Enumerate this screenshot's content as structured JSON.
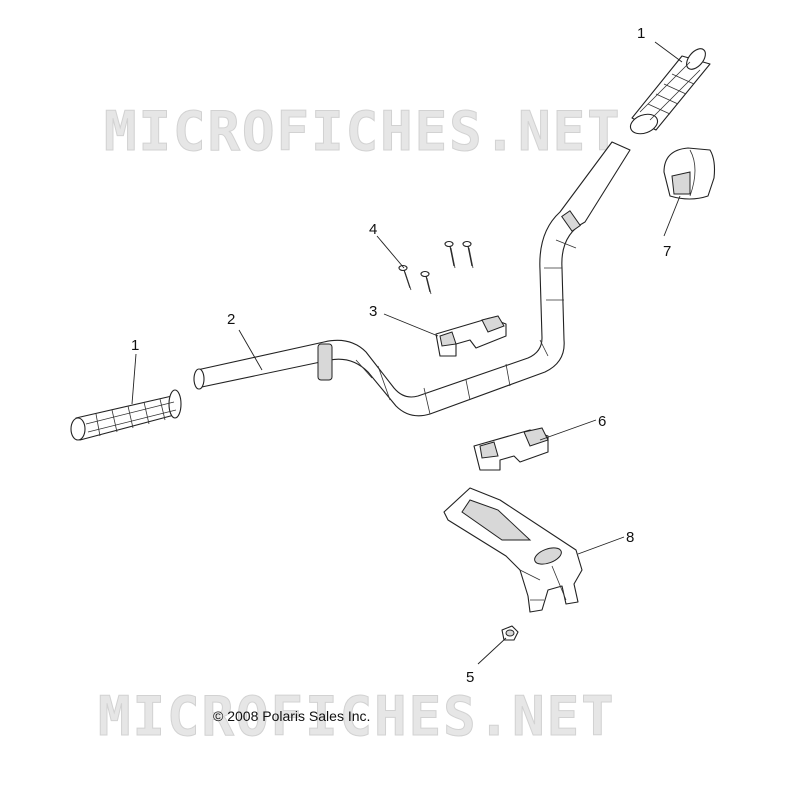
{
  "watermark": {
    "text": "MICROFICHES.NET"
  },
  "copyright": "© 2008 Polaris Sales Inc.",
  "callouts": {
    "grip_right": "1",
    "grip_left": "1",
    "handlebar": "2",
    "clamp_upper": "3",
    "bolts": "4",
    "nut": "5",
    "clamp_lower": "6",
    "switch_housing": "7",
    "mount_bracket": "8"
  }
}
